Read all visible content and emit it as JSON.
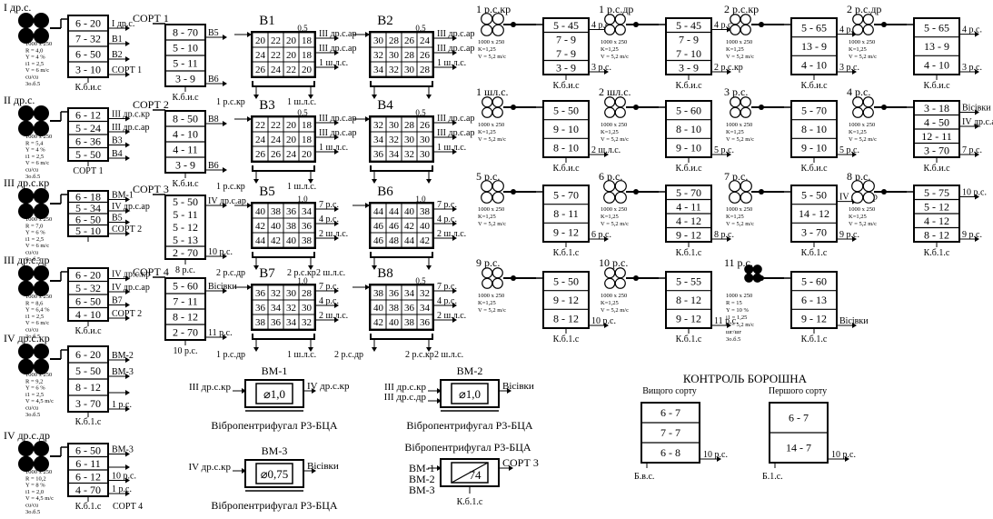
{
  "rolls": [
    {
      "label": "I др.с.",
      "top": "",
      "left_top": "",
      "rows": [
        "6 - 20",
        "7 - 32",
        "6 - 50",
        "3 - 10"
      ],
      "rights": [
        "I др.с.",
        "В1",
        "В2",
        "СОРТ 1"
      ],
      "bottom": "К.б.и.с",
      "params": [
        "1000 x 250",
        "R = 4,0",
        "Y = 4 %",
        "i1 = 2,5",
        "V = 6 m/c",
        "cu/cu",
        "3o.б.5"
      ]
    },
    {
      "label": "II др.с.",
      "rows": [
        "6 - 12",
        "5 - 24",
        "6 - 36",
        "5 - 50"
      ],
      "rights": [
        "III др.с.кр",
        "III др.с.ар",
        "В3",
        "В4"
      ],
      "bottom": "СОРТ 1",
      "params": [
        "1000 x 250",
        "R = 5,4",
        "Y = 4 %",
        "i1 = 2,5",
        "V = 6 m/c",
        "cu/cu",
        "3o.б.5"
      ]
    },
    {
      "label": "III др.с.кр",
      "rows": [
        "6 - 18",
        "5 - 34",
        "6 - 50",
        "5 - 10"
      ],
      "rights": [
        "ВМ-1",
        "IV др.с.ар",
        "В5",
        "СОРТ 2"
      ],
      "bottom": "",
      "params": [
        "1000 x 250",
        "R = 7,0",
        "Y = 6 %",
        "i1 = 2,5",
        "V = 6 m/c",
        "cu/cu",
        "3o.б.5"
      ]
    },
    {
      "label": "III др.с.др",
      "rows": [
        "6 - 20",
        "5 - 32",
        "6 - 50",
        "4 - 10"
      ],
      "rights": [
        "IV др.с.кр",
        "IV др.с.ар",
        "В7",
        "СОРТ 2"
      ],
      "bottom": "К.б.и.с",
      "params": [
        "1000 x 250",
        "R = 8,6",
        "Y = 6,4 %",
        "i1 = 2,5",
        "V = 6 m/c",
        "cu/cu",
        "3o.б.5"
      ]
    },
    {
      "label": "IV др.с.кр",
      "rows": [
        "6 - 20",
        "5 - 50",
        "8 - 12",
        "3 - 70"
      ],
      "rights": [
        "ВМ-2",
        "ВМ-3",
        "",
        "1 р.с."
      ],
      "bottom": "К.б.1.с",
      "params": [
        "1000 x 250",
        "R = 9,2",
        "Y = 6 %",
        "i1 = 2,5",
        "V = 4,5 m/c",
        "cu/cu",
        "3o.б.5"
      ]
    },
    {
      "label": "IV др.с.др",
      "rows": [
        "6 - 50",
        "6 - 11",
        "6 - 12",
        "4 - 70"
      ],
      "rights": [
        "ВМ-3",
        "",
        "10 р.с.",
        "1 р.с."
      ],
      "bottom": "К.б.1.с",
      "bottom2": "СОРТ 4",
      "params": [
        "1000 x 250",
        "R = 10,2",
        "Y = 8 %",
        "i1 = 2,0",
        "V = 4,5 m/c",
        "cu/cu",
        "3o.б.5"
      ]
    }
  ],
  "sorts": [
    {
      "label": "СОРТ 1",
      "rows": [
        "8 - 70",
        "5 - 10",
        "5 - 11",
        "3 - 9"
      ],
      "rights": [
        "В5",
        "",
        "",
        "В6"
      ],
      "bottom": "К.б.и.с"
    },
    {
      "label": "СОРТ 2",
      "rows": [
        "8 - 50",
        "4 - 10",
        "4 - 11",
        "3 - 9"
      ],
      "rights": [
        "В8",
        "",
        "",
        "В6"
      ],
      "bottom": "К.б.и.с"
    },
    {
      "label": "СОРТ 3",
      "rows": [
        "5 - 50",
        "5 - 11",
        "5 - 12",
        "5 - 13",
        "2 - 70"
      ],
      "rights": [
        "IV др.с.ар",
        "",
        "",
        "",
        "10 р.с."
      ],
      "bottom": "8 р.с."
    },
    {
      "label": "СОРТ 4",
      "rows": [
        "5 - 60",
        "7 - 11",
        "8 - 12",
        "2 - 70"
      ],
      "rights": [
        "Вісівки",
        "",
        "",
        "11 р.с."
      ],
      "bottom": "10 р.с."
    }
  ],
  "sifters": [
    {
      "name": "В1",
      "num": "0,5",
      "grid": [
        [
          "20",
          "22",
          "20",
          "18"
        ],
        [
          "24",
          "22",
          "20",
          "18"
        ],
        [
          "26",
          "24",
          "22",
          "20"
        ]
      ],
      "outs": [
        "III др.с.ар",
        "III др.с.ар",
        "1 ш.л.с."
      ],
      "bottom": [
        "1 р.с.кр",
        "1 ш.л.с."
      ]
    },
    {
      "name": "В2",
      "num": "0,5",
      "grid": [
        [
          "30",
          "28",
          "26",
          "24"
        ],
        [
          "32",
          "30",
          "28",
          "26"
        ],
        [
          "34",
          "32",
          "30",
          "28"
        ]
      ],
      "outs": [
        "III др.с.ар",
        "III др.с.ар",
        "1 ш.л.с."
      ],
      "bottom": [
        "",
        ""
      ]
    },
    {
      "name": "В3",
      "num": "0,5",
      "grid": [
        [
          "22",
          "22",
          "20",
          "18"
        ],
        [
          "24",
          "24",
          "20",
          "18"
        ],
        [
          "26",
          "26",
          "24",
          "20"
        ]
      ],
      "outs": [
        "III др.с.ар",
        "III др.с.ар",
        "1 ш.л.с."
      ],
      "bottom": [
        "1 р.с.кр",
        "1 ш.л.с."
      ]
    },
    {
      "name": "В4",
      "num": "0,5",
      "grid": [
        [
          "32",
          "30",
          "28",
          "26"
        ],
        [
          "34",
          "32",
          "30",
          "30"
        ],
        [
          "36",
          "34",
          "32",
          "30"
        ]
      ],
      "outs": [
        "III др.с.ар",
        "III др.с.ар",
        "1 ш.л.с."
      ],
      "bottom": [
        "",
        ""
      ]
    },
    {
      "name": "В5",
      "num": "1,0",
      "grid": [
        [
          "40",
          "38",
          "36",
          "34"
        ],
        [
          "42",
          "40",
          "38",
          "36"
        ],
        [
          "44",
          "42",
          "40",
          "38"
        ]
      ],
      "outs": [
        "7 р.с.",
        "4 р.с.",
        "2 ш.л.с."
      ],
      "bottom": [
        "2 р.с.др",
        "2 р.с.кр",
        "2 ш.л.с."
      ]
    },
    {
      "name": "В6",
      "num": "1,0",
      "grid": [
        [
          "44",
          "44",
          "40",
          "38"
        ],
        [
          "46",
          "46",
          "42",
          "40"
        ],
        [
          "46",
          "48",
          "44",
          "42"
        ]
      ],
      "outs": [
        "7 р.с.",
        "4 р.с.",
        "2 ш.л.с."
      ],
      "bottom": [
        "",
        ""
      ]
    },
    {
      "name": "В7",
      "num": "1,0",
      "grid": [
        [
          "36",
          "32",
          "30",
          "28"
        ],
        [
          "36",
          "34",
          "32",
          "30"
        ],
        [
          "38",
          "36",
          "34",
          "32"
        ]
      ],
      "outs": [
        "7 р.с.",
        "4 р.с.",
        "2 ш.л.с."
      ],
      "bottom": [
        "1 р.с.др",
        "1 ш.л.с."
      ]
    },
    {
      "name": "В8",
      "num": "0,5",
      "grid": [
        [
          "38",
          "36",
          "34",
          "32"
        ],
        [
          "40",
          "38",
          "36",
          "34"
        ],
        [
          "42",
          "40",
          "38",
          "36"
        ]
      ],
      "outs": [
        "7 р.с.",
        "4 р.с.",
        "2 ш.л.с."
      ],
      "bottom": [
        "2 р.с.др",
        "2 р.с.кр",
        "2 ш.л.с."
      ]
    }
  ],
  "right_rolls": [
    {
      "label": "1 р.с.кр",
      "rows": [
        "5 - 45",
        "7 - 9",
        "7 - 9",
        "3 - 9"
      ],
      "rights": [
        "4 р.с.",
        "",
        "",
        "3 р.с."
      ],
      "bottom": "К.б.и.с",
      "params": [
        "1000 x 250",
        "K=1,25",
        "V = 5,2 m/c"
      ]
    },
    {
      "label": "1 р.с.др",
      "rows": [
        "5 - 45",
        "7 - 9",
        "7 - 10",
        "3 - 9"
      ],
      "rights": [
        "4 р.с.",
        "",
        "",
        "2 р.с.кр"
      ],
      "bottom": "К.б.и.с",
      "params": [
        "1000 x 250",
        "K=1,25",
        "V = 5,2 m/c"
      ]
    },
    {
      "label": "2 р.с.кр",
      "rows": [
        "5 - 65",
        "13 - 9",
        "4 - 10"
      ],
      "rights": [
        "4 р.с.",
        "",
        "3 р.с."
      ],
      "bottom": "К.б.и.с",
      "params": [
        "1000 x 250",
        "K=1,25",
        "V = 5,2 m/c"
      ]
    },
    {
      "label": "2 р.с.др",
      "rows": [
        "5 - 65",
        "13 - 9",
        "4 - 10"
      ],
      "rights": [
        "4 р.с.",
        "",
        "3 р.с."
      ],
      "bottom": "К.б.и.с",
      "params": [
        "1000 x 250",
        "K=1,25",
        "V = 5,2 m/c"
      ]
    },
    {
      "label": "1 шл.с.",
      "rows": [
        "5 - 50",
        "9 - 10",
        "8 - 10"
      ],
      "rights": [
        "",
        "",
        "2 ш.л.с."
      ],
      "bottom": "К.б.и.с",
      "params": [
        "1000 x 250",
        "K=1,25",
        "V = 5,2 m/c"
      ]
    },
    {
      "label": "2 шл.с.",
      "rows": [
        "5 - 60",
        "8 - 10",
        "9 - 10"
      ],
      "rights": [
        "",
        "",
        "5 р.с."
      ],
      "bottom": "К.б.и.с",
      "params": [
        "1000 x 250",
        "K=1,25",
        "V = 5,2 m/c"
      ]
    },
    {
      "label": "3 р.с.",
      "rows": [
        "5 - 70",
        "8 - 10",
        "9 - 10"
      ],
      "rights": [
        "",
        "",
        "5 р.с."
      ],
      "bottom": "К.б.и.с",
      "params": [
        "1000 x 250",
        "K=1,25",
        "V = 5,2 m/c"
      ]
    },
    {
      "label": "4 р.с.",
      "rows": [
        "3 - 18",
        "4 - 50",
        "12 - 11",
        "3 - 70"
      ],
      "rights": [
        "Вісівки",
        "IV др.с.ар",
        "",
        "7 р.с."
      ],
      "bottom": "К.б.и.с",
      "params": [
        "1000 x 250",
        "K=1,25",
        "V = 5,2 m/c"
      ]
    },
    {
      "label": "5 р.с.",
      "rows": [
        "5 - 70",
        "8 - 11",
        "9 - 12"
      ],
      "rights": [
        "",
        "",
        "6 р.с."
      ],
      "bottom": "К.б.1.с",
      "params": [
        "1000 x 250",
        "K=1,25",
        "V = 5,2 m/c"
      ]
    },
    {
      "label": "6 р.с.",
      "rows": [
        "5 - 70",
        "4 - 11",
        "4 - 12",
        "9 - 12"
      ],
      "rights": [
        "",
        "",
        "",
        "8 р.с."
      ],
      "bottom": "К.б.1.с",
      "params": [
        "1000 x 250",
        "K=1,25",
        "V = 5,2 m/c"
      ]
    },
    {
      "label": "7 р.с.",
      "rows": [
        "5 - 50",
        "14 - 12",
        "3 - 70"
      ],
      "rights": [
        "IV др.с.ар",
        "",
        "9 р.с."
      ],
      "bottom": "К.б.1.с",
      "params": [
        "1000 x 250",
        "K=1,25",
        "V = 5,2 m/c"
      ]
    },
    {
      "label": "8 р.с.",
      "rows": [
        "5 - 75",
        "5 - 12",
        "4 - 12",
        "8 - 12"
      ],
      "rights": [
        "10 р.с.",
        "",
        "",
        "9 р.с."
      ],
      "bottom": "К.б.1.с",
      "params": [
        "1000 x 250",
        "K=1,25",
        "V = 5,2 m/c"
      ]
    },
    {
      "label": "9 р.с.",
      "rows": [
        "5 - 50",
        "9 - 12",
        "8 - 12"
      ],
      "rights": [
        "",
        "",
        "10 р.с."
      ],
      "bottom": "К.б.1.с",
      "params": [
        "1000 x 250",
        "K=1,25",
        "V = 5,2 m/c"
      ]
    },
    {
      "label": "10 р.с.",
      "rows": [
        "5 - 55",
        "8 - 12",
        "9 - 12"
      ],
      "rights": [
        "",
        "",
        "11 р.с."
      ],
      "bottom": "К.б.1.с",
      "params": [
        "1000 x 250",
        "K=1,25",
        "V = 5,2 m/c"
      ]
    },
    {
      "label": "11 р.с.",
      "rows": [
        "5 - 60",
        "6 - 13",
        "9 - 12"
      ],
      "rights": [
        "",
        "",
        "Вісівки"
      ],
      "bottom": "К.б.1.с",
      "params": [
        "1000 x 250",
        "R = 15",
        "Y = 10 %",
        "i1 = 1,25",
        "V = 5,2 m/c",
        "шг/шг",
        "3o.б.5"
      ]
    }
  ],
  "centrifuges": [
    {
      "name": "ВМ-1",
      "inputs": [
        "III др.с.кр"
      ],
      "output": "IV др.с.кр",
      "value": "⌀1,0",
      "caption": "Вібропентрифугал Р3-БЦА"
    },
    {
      "name": "ВМ-2",
      "inputs": [
        "III др.с.кр",
        "III др.с.др"
      ],
      "output": "Вісівки",
      "value": "⌀1,0",
      "caption": "Вібропентрифугал Р3-БЦА"
    },
    {
      "name": "ВМ-3",
      "inputs": [
        "IV др.с.кр"
      ],
      "output": "Вісівки",
      "value": "⌀0,75",
      "caption": "Вібропентрифугал Р3-БЦА"
    }
  ],
  "combiner": {
    "inputs": [
      "ВМ-1",
      "ВМ-2",
      "ВМ-3"
    ],
    "value": "74",
    "output": "СОРТ 3",
    "bottom": "К.б.1.с",
    "caption": "Вібропентрифугал Р3-БЦА"
  },
  "control": {
    "title": "КОНТРОЛЬ БОРОШНА",
    "boxes": [
      {
        "label": "Вищого сорту",
        "rows": [
          "6 - 7",
          "7 - 7",
          "6 - 8"
        ],
        "right": "10 р.с.",
        "bottom": "Б.в.с."
      },
      {
        "label": "Першого сорту",
        "rows": [
          "6 - 7",
          "14 - 7"
        ],
        "right": "10 р.с.",
        "bottom": "Б.1.с."
      }
    ]
  }
}
